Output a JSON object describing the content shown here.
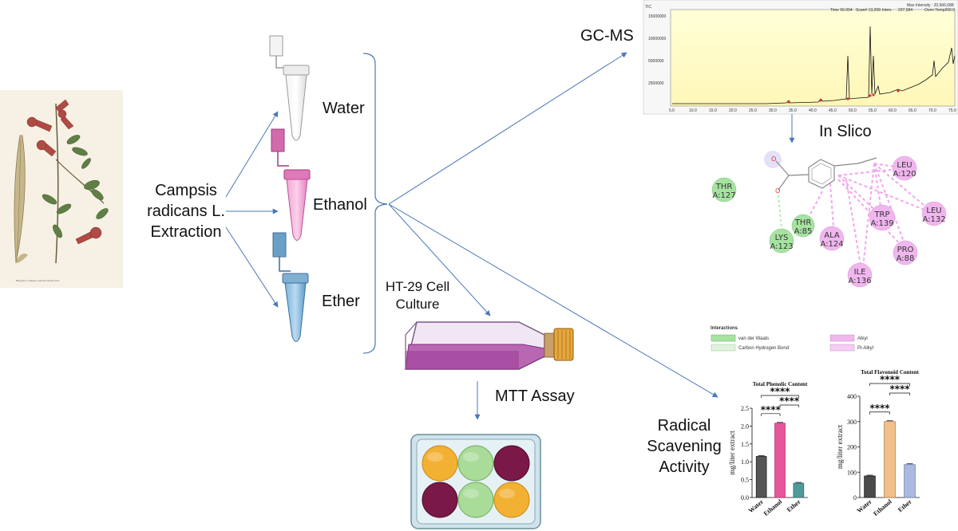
{
  "labels": {
    "plant": "Campsis radicans L. Extraction",
    "water": "Water",
    "ethanol": "Ethanol",
    "ether": "Ether",
    "gcms": "GC-MS",
    "insilico": "In Slico",
    "ht29": "HT-29 Cell Culture",
    "mtt": "MTT Assay",
    "radical": "Radical Scavening Activity"
  },
  "gcms_header": {
    "tic": "TIC",
    "max_intensity": "Max Intensity : 20,666,688",
    "time": "Time 66.094",
    "scan": "Scan# 13,208",
    "inten": "Inten.",
    "inten_val": "237,584",
    "oven": "Oven Temp260.0",
    "yticks": [
      "15000000",
      "10000000",
      "5000000",
      "2500000"
    ],
    "xticks": [
      "5.0",
      "10.0",
      "15.0",
      "20.0",
      "25.0",
      "30.0",
      "35.0",
      "40.0",
      "45.0",
      "50.0",
      "55.0",
      "60.0",
      "65.0",
      "70.0",
      "75.0"
    ]
  },
  "docking": {
    "residues": [
      {
        "id": "thr127",
        "text": [
          "THR",
          "A:127"
        ],
        "type": "vdw"
      },
      {
        "id": "thr85",
        "text": [
          "THR",
          "A:85"
        ],
        "type": "vdw"
      },
      {
        "id": "lys123",
        "text": [
          "LYS",
          "A:123"
        ],
        "type": "vdw"
      },
      {
        "id": "leu120",
        "text": [
          "LEU",
          "A:120"
        ],
        "type": "alkyl"
      },
      {
        "id": "leu132",
        "text": [
          "LEU",
          "A:132"
        ],
        "type": "alkyl"
      },
      {
        "id": "trp139",
        "text": [
          "TRP",
          "A:139"
        ],
        "type": "alkyl"
      },
      {
        "id": "ala124",
        "text": [
          "ALA",
          "A:124"
        ],
        "type": "alkyl"
      },
      {
        "id": "pro88",
        "text": [
          "PRO",
          "A:88"
        ],
        "type": "alkyl"
      },
      {
        "id": "ile136",
        "text": [
          "ILE",
          "A:136"
        ],
        "type": "alkyl"
      }
    ],
    "legend_title": "Interactions",
    "legend_items": [
      {
        "label": "van der Waals",
        "color": "#a6e3a0"
      },
      {
        "label": "Carbon Hydrogen Bond",
        "color": "#dff3dc"
      },
      {
        "label": "Alkyl",
        "color": "#f0b6ee"
      },
      {
        "label": "Pi-Alkyl",
        "color": "#f6cdf4"
      }
    ]
  },
  "colors": {
    "arrow": "#4a78b8",
    "vdw": "#a6e3a0",
    "alkyl": "#f0b6ee",
    "water_bar": "#555555",
    "ethanol_bar": "#e8559a",
    "ether_bar": "#4f9a9a",
    "flav_water": "#4a4a4a",
    "flav_ethanol": "#f2c08c",
    "flav_ether": "#aab9dd"
  },
  "chart_data": [
    {
      "type": "bar",
      "title": "Total Phenolic Content",
      "ylabel": "mg/liter extract",
      "categories": [
        "Water",
        "Ethanol",
        "Ether"
      ],
      "values": [
        1.15,
        2.08,
        0.4
      ],
      "ylim": [
        0,
        2.5
      ],
      "yticks": [
        "0.0",
        "0.5",
        "1.0",
        "1.5",
        "2.0",
        "2.5"
      ],
      "significance": [
        "****",
        "****",
        "****"
      ]
    },
    {
      "type": "bar",
      "title": "Total Flavonoid Content",
      "ylabel": "mg/liter extract",
      "categories": [
        "Water",
        "Ethanol",
        "Ether"
      ],
      "values": [
        85,
        300,
        130
      ],
      "ylim": [
        0,
        400
      ],
      "yticks": [
        "0",
        "100",
        "200",
        "300",
        "400"
      ],
      "significance": [
        "****",
        "****",
        "****"
      ]
    }
  ]
}
